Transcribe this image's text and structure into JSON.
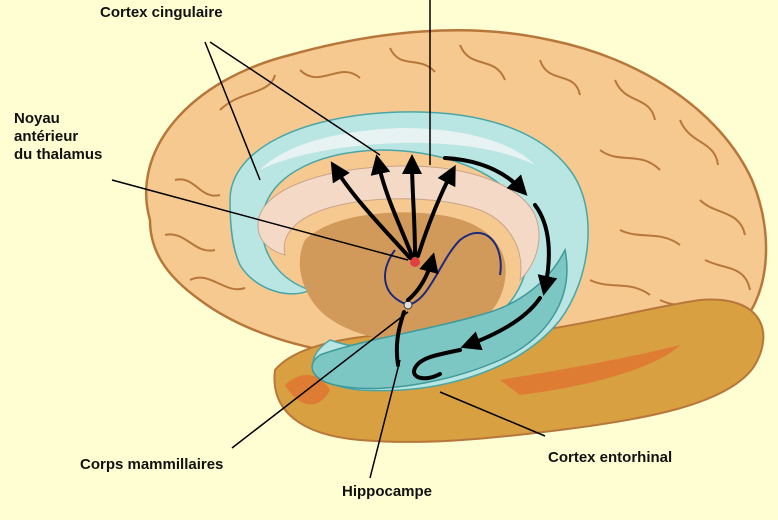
{
  "labels": {
    "cortex_cingulaire": "Cortex cingulaire",
    "noyau_anterieur_line1": "Noyau",
    "noyau_anterieur_line2": "antérieur",
    "noyau_anterieur_line3": "du thalamus",
    "corps_mammillaires": "Corps mammillaires",
    "hippocampe": "Hippocampe",
    "cortex_entorhinal": "Cortex entorhinal"
  },
  "colors": {
    "background": "#fefed2",
    "cortex": "#f6c991",
    "cortex_outline": "#b8773a",
    "cingulate_band": "#b9e6e3",
    "cingulate_inner": "#e7f2f2",
    "corpus_callosum": "#f4d9c7",
    "thalamus": "#d29a5a",
    "temporal_lobe": "#d8a040",
    "temporal_accent": "#e07030",
    "hippocampus": "#7cc6c4",
    "arrow": "#000000"
  }
}
